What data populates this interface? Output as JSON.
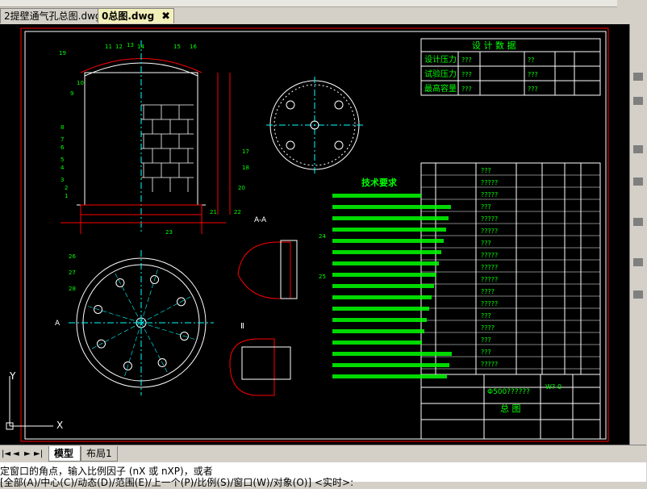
{
  "window": {
    "tabs": [
      {
        "label": "2提壁通气孔总图.dwg",
        "active": false
      },
      {
        "label": "0总图.dwg",
        "active": true
      }
    ],
    "close_glyph": "✖"
  },
  "drawing": {
    "tech_title": "技术要求",
    "table_title": "设 计 数 据",
    "design_rows": [
      {
        "label": "设计压力",
        "v1": "???",
        "v2": "??"
      },
      {
        "label": "试验压力",
        "v1": "???",
        "v2": "???"
      },
      {
        "label": "最高容量",
        "v1": "???",
        "v2": "???"
      }
    ],
    "title_block": {
      "code": "Φ500??????",
      "name": "总 图",
      "drawing_no": "W?-0"
    },
    "detail_labels": {
      "detail_a": "A-A",
      "detail_b": "Ⅱ",
      "detail_c": "A"
    },
    "axis": {
      "x": "X",
      "y": "Y"
    },
    "part_numbers": [
      "19",
      "11",
      "12",
      "13",
      "14",
      "15",
      "16",
      "10",
      "9",
      "8",
      "7",
      "6",
      "5",
      "4",
      "3",
      "2",
      "1",
      "17",
      "18",
      "20",
      "21",
      "22",
      "23",
      "24",
      "25",
      "26",
      "27",
      "28"
    ],
    "bom_rows": [
      "???",
      "?????",
      "?????",
      "???",
      "?????",
      "?????",
      "???",
      "?????",
      "?????",
      "?????",
      "????",
      "?????",
      "???",
      "????",
      "???",
      "???",
      "?????"
    ]
  },
  "layout_tabs": [
    {
      "label": "模型",
      "active": true
    },
    {
      "label": "布局1",
      "active": false
    }
  ],
  "nav_buttons": [
    "|◄",
    "◄",
    "►",
    "►|"
  ],
  "command": {
    "line1": "定窗口的角点，输入比例因子 (nX 或 nXP)，或者",
    "line2": "[全部(A)/中心(C)/动态(D)/范围(E)/上一个(P)/比例(S)/窗口(W)/对象(O)] <实时>:"
  }
}
